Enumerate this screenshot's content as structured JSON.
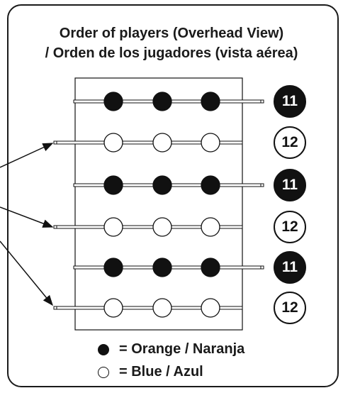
{
  "title_line1": "Order of players (Overhead View)",
  "title_line2": "/ Orden de los jugadores (vista aérea)",
  "rods": [
    {
      "team": "orange",
      "badge": "11"
    },
    {
      "team": "blue",
      "badge": "12"
    },
    {
      "team": "orange",
      "badge": "11"
    },
    {
      "team": "blue",
      "badge": "12"
    },
    {
      "team": "orange",
      "badge": "11"
    },
    {
      "team": "blue",
      "badge": "12"
    }
  ],
  "legend": {
    "orange_label": "= Orange / Naranja",
    "blue_label": "= Blue / Azul"
  },
  "colors": {
    "orange_player": "#111111",
    "blue_player": "#ffffff",
    "stroke": "#111111"
  }
}
